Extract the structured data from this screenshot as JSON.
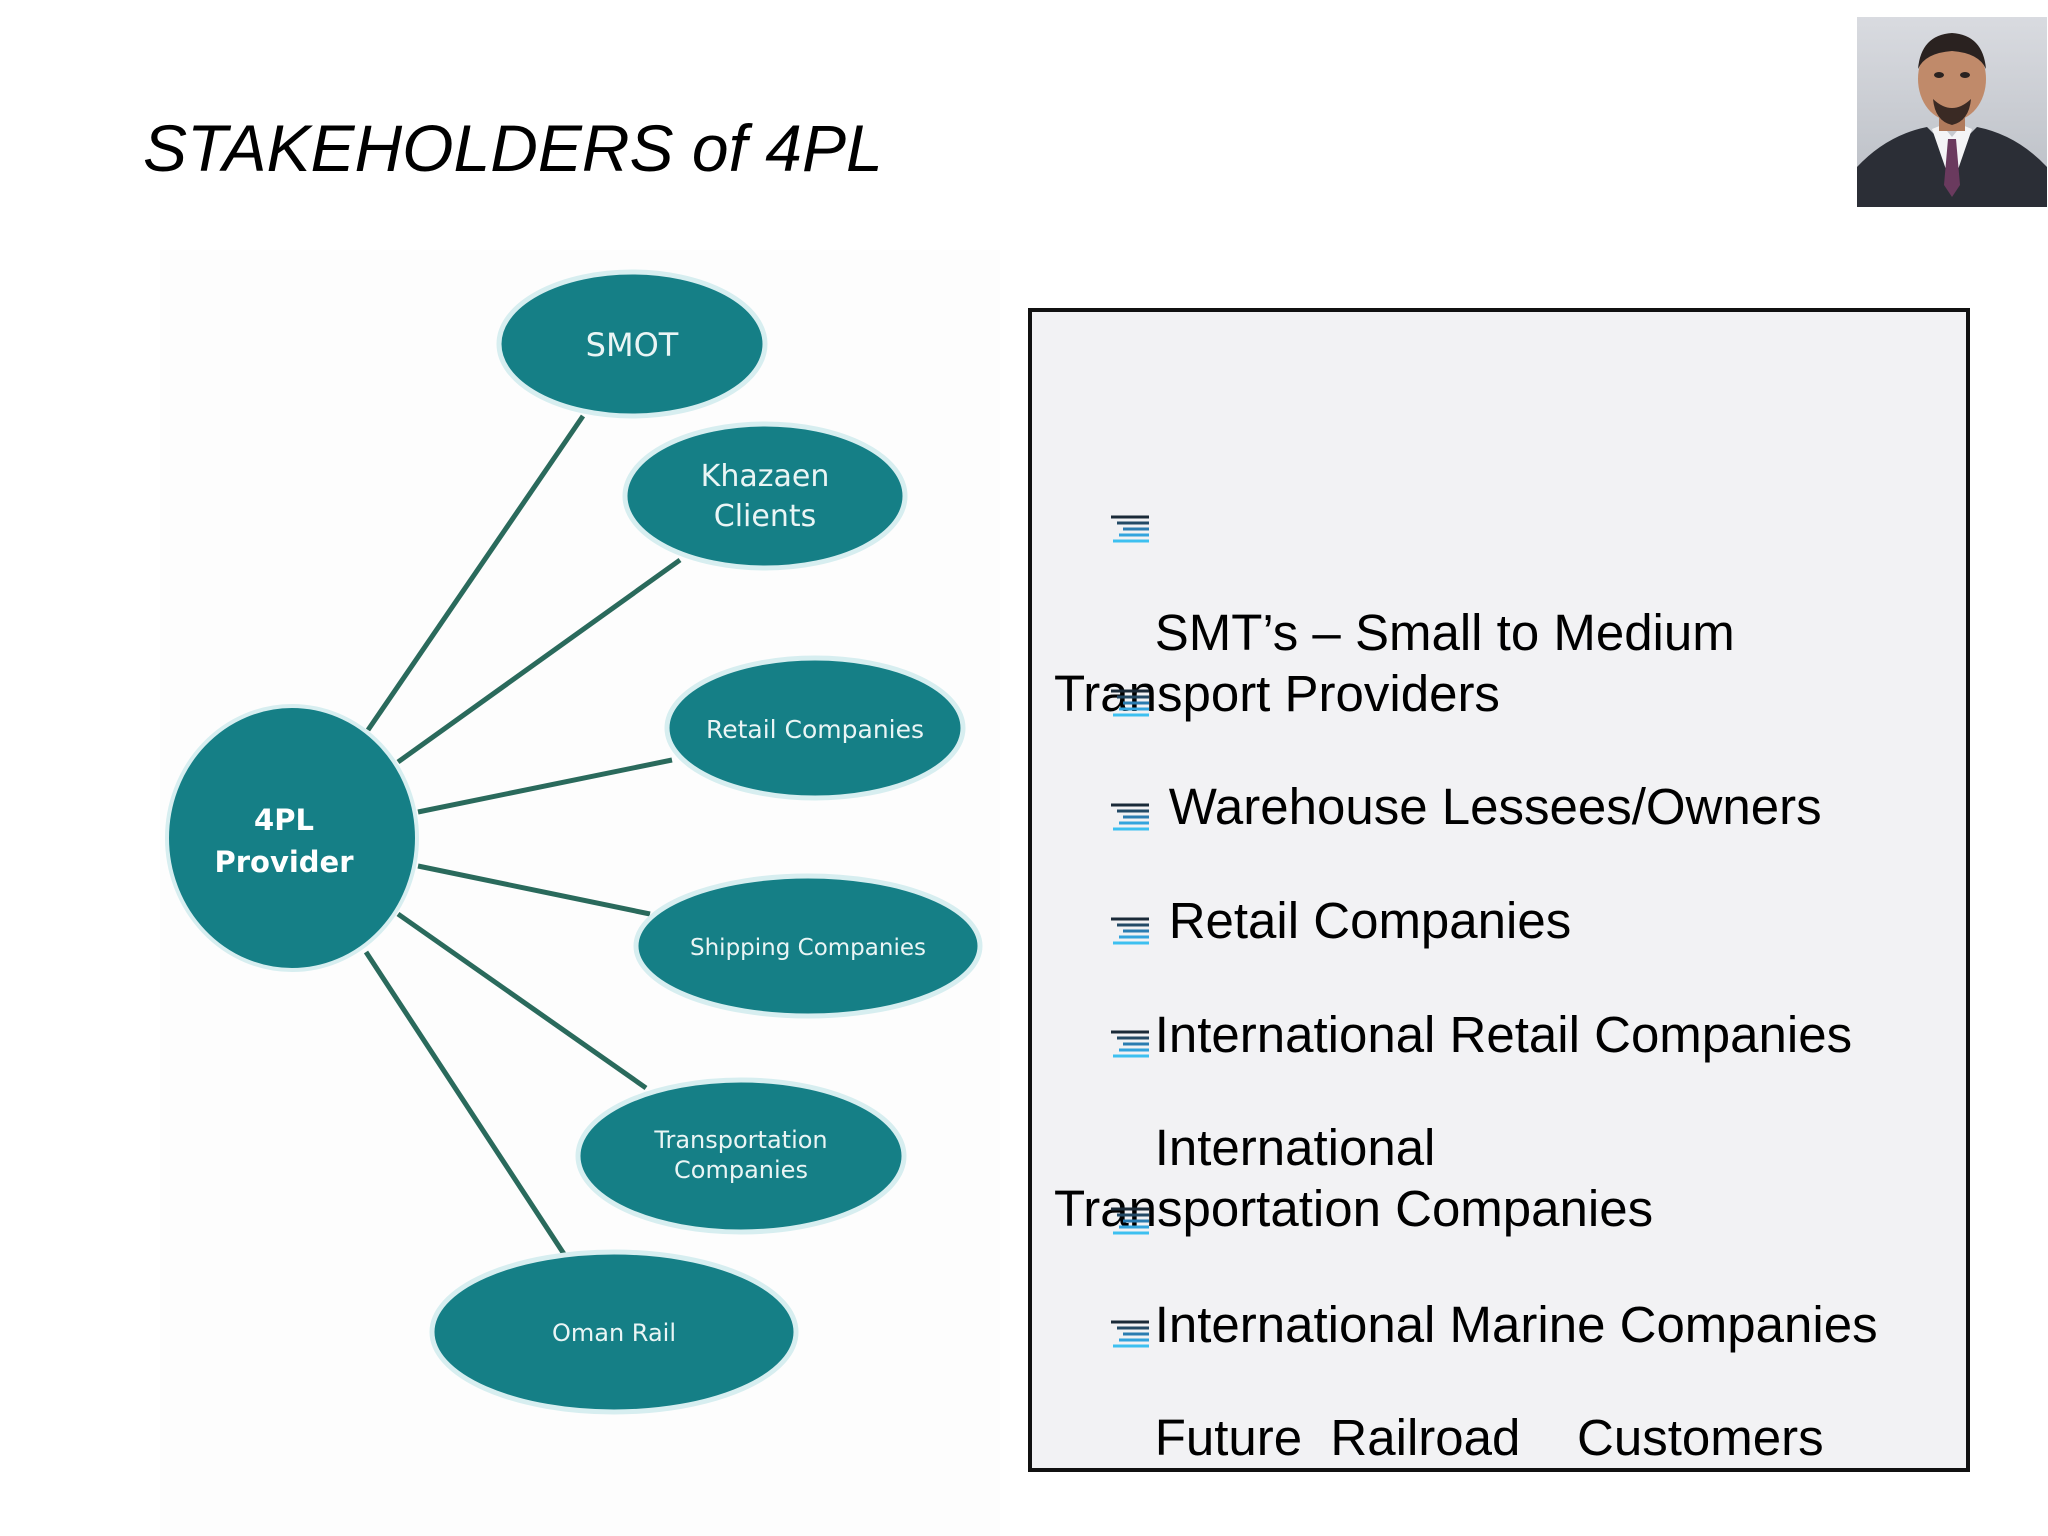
{
  "slide": {
    "title": "STAKEHOLDERS of 4PL"
  },
  "diagram": {
    "center": {
      "line1": "4PL",
      "line2": "Provider"
    },
    "nodes": [
      {
        "line1": "SMOT",
        "line2": ""
      },
      {
        "line1": "Khazaen",
        "line2": "Clients"
      },
      {
        "line1": "Retail Companies",
        "line2": ""
      },
      {
        "line1": "Shipping Companies",
        "line2": ""
      },
      {
        "line1": "Transportation",
        "line2": "Companies"
      },
      {
        "line1": "Oman Rail",
        "line2": ""
      }
    ],
    "colors": {
      "node_fill": "#157f86",
      "connector": "#2a6a5c"
    }
  },
  "stakeholders": [
    {
      "text": "SMT’s – Small to Medium Transport Providers",
      "lead_space": false
    },
    {
      "text": "Warehouse Lessees/Owners",
      "lead_space": true
    },
    {
      "text": "Retail Companies",
      "lead_space": true
    },
    {
      "text": "International Retail Companies",
      "lead_space": false
    },
    {
      "text": "International Transportation Companies",
      "lead_space": false
    },
    {
      "text": "International Marine Companies",
      "lead_space": false
    },
    {
      "text": "Future  Railroad    Customers",
      "lead_space": false
    }
  ],
  "icons": {
    "bullet": "stacked-lines-bullet-icon",
    "portrait": "presenter-photo"
  }
}
